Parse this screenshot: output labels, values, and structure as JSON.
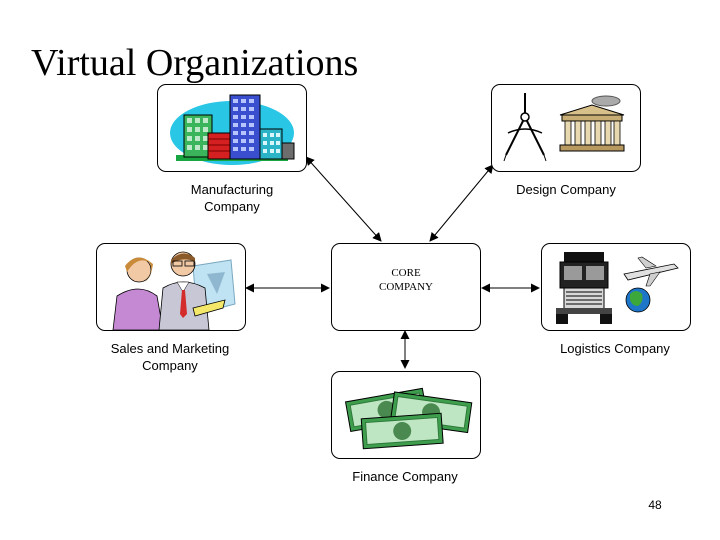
{
  "slide": {
    "title": "Virtual Organizations",
    "page_number": "48"
  },
  "nodes": {
    "manufacturing": {
      "label_line1": "Manufacturing",
      "label_line2": "Company",
      "icon": "city-buildings-icon"
    },
    "design": {
      "label": "Design Company",
      "icon": "compass-building-icon"
    },
    "core": {
      "label_line1": "CORE",
      "label_line2": "COMPANY"
    },
    "sales": {
      "label_line1": "Sales and Marketing",
      "label_line2": "Company",
      "icon": "business-people-icon"
    },
    "logistics": {
      "label": "Logistics Company",
      "icon": "truck-plane-icon"
    },
    "finance": {
      "label": "Finance Company",
      "icon": "money-bills-icon"
    }
  },
  "edges": [
    {
      "from": "core",
      "to": "manufacturing",
      "style": "double-arrow"
    },
    {
      "from": "core",
      "to": "design",
      "style": "double-arrow"
    },
    {
      "from": "core",
      "to": "sales",
      "style": "double-arrow"
    },
    {
      "from": "core",
      "to": "logistics",
      "style": "double-arrow"
    },
    {
      "from": "core",
      "to": "finance",
      "style": "double-arrow"
    }
  ]
}
